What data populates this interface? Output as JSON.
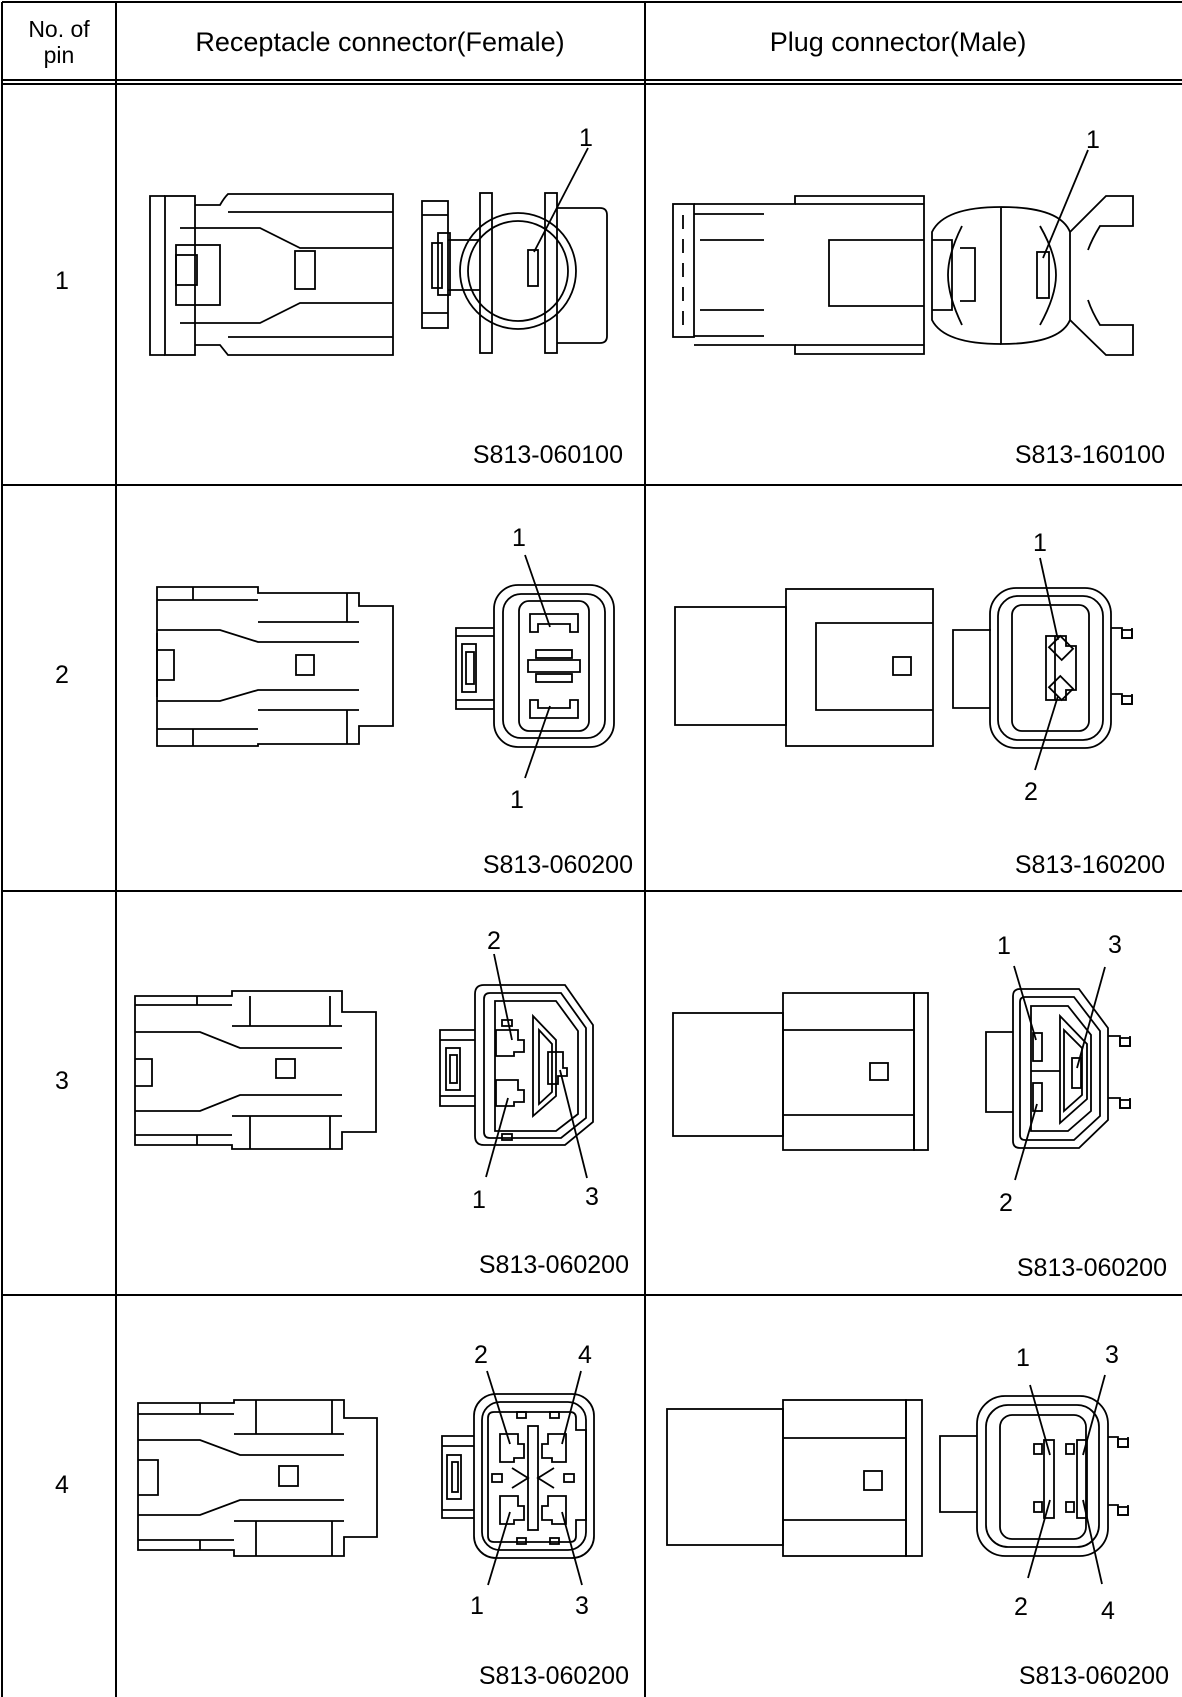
{
  "table": {
    "headers": {
      "pin_line1": "No. of",
      "pin_line2": "pin",
      "receptacle": "Receptacle connector(Female)",
      "plug": "Plug connector(Male)"
    },
    "rows": [
      {
        "pins": "1",
        "receptacle_part": "S813-060100",
        "plug_part": "S813-160100",
        "receptacle_labels": [
          "1"
        ],
        "plug_labels": [
          "1"
        ]
      },
      {
        "pins": "2",
        "receptacle_part": "S813-060200",
        "plug_part": "S813-160200",
        "receptacle_labels": [
          "1",
          "1"
        ],
        "plug_labels": [
          "1",
          "2"
        ]
      },
      {
        "pins": "3",
        "receptacle_part": "S813-060200",
        "plug_part": "S813-060200",
        "receptacle_labels": [
          "2",
          "1",
          "3"
        ],
        "plug_labels": [
          "1",
          "3",
          "2"
        ]
      },
      {
        "pins": "4",
        "receptacle_part": "S813-060200",
        "plug_part": "S813-060200",
        "receptacle_labels": [
          "2",
          "4",
          "1",
          "3"
        ],
        "plug_labels": [
          "1",
          "3",
          "2",
          "4"
        ]
      }
    ]
  }
}
